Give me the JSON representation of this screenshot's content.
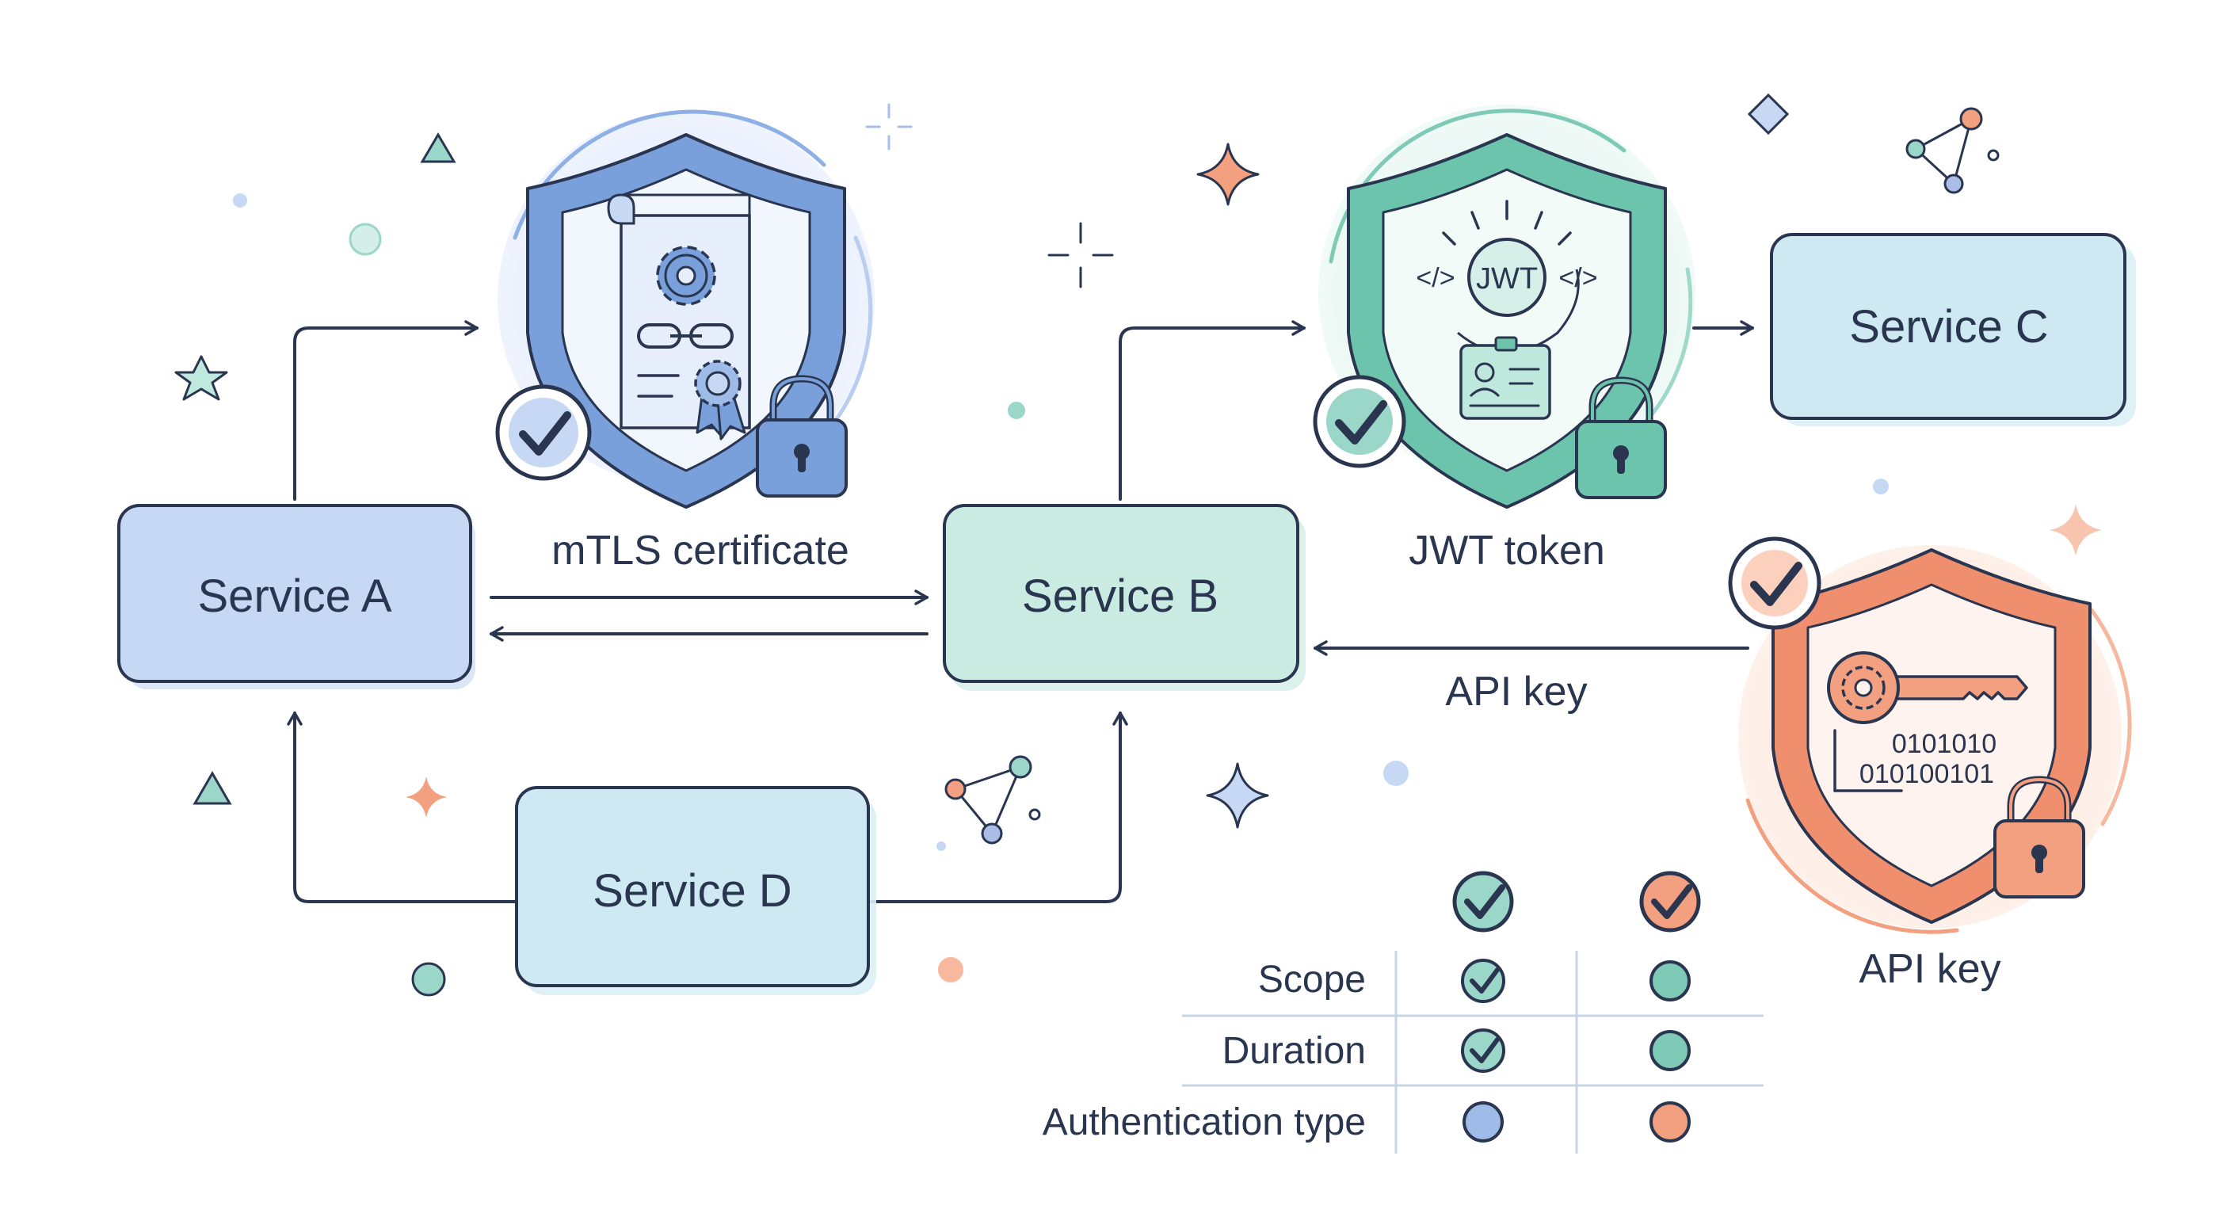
{
  "colors": {
    "ink": "#2a3550",
    "blue": "#6f95d6",
    "blue_fill": "#c6d8f4",
    "teal": "#5fb9a3",
    "teal_fill": "#c9ebe2",
    "light_blue_fill": "#cfe9f2",
    "orange": "#ee8a68",
    "orange_fill": "#fbd8c7"
  },
  "services": {
    "a": "Service A",
    "b": "Service B",
    "c": "Service C",
    "d": "Service D"
  },
  "credentials": {
    "mtls": {
      "label": "mTLS certificate",
      "icon": "certificate-shield-icon"
    },
    "jwt": {
      "label": "JWT token",
      "badge": "JWT",
      "code_left": "</>",
      "code_right": "</>",
      "icon": "jwt-shield-icon"
    },
    "api_key": {
      "label": "API key",
      "binary_1": "0101010",
      "binary_2": "010100101",
      "icon": "api-key-shield-icon"
    }
  },
  "edges": {
    "c_to_b_label": "API key"
  },
  "comparison": {
    "rows": [
      {
        "label": "Scope",
        "col1": "check",
        "col2": "dot"
      },
      {
        "label": "Duration",
        "col1": "check",
        "col2": "dot"
      },
      {
        "label": "Authentication type",
        "col1": "dot-blue",
        "col2": "dot-orange"
      }
    ]
  }
}
